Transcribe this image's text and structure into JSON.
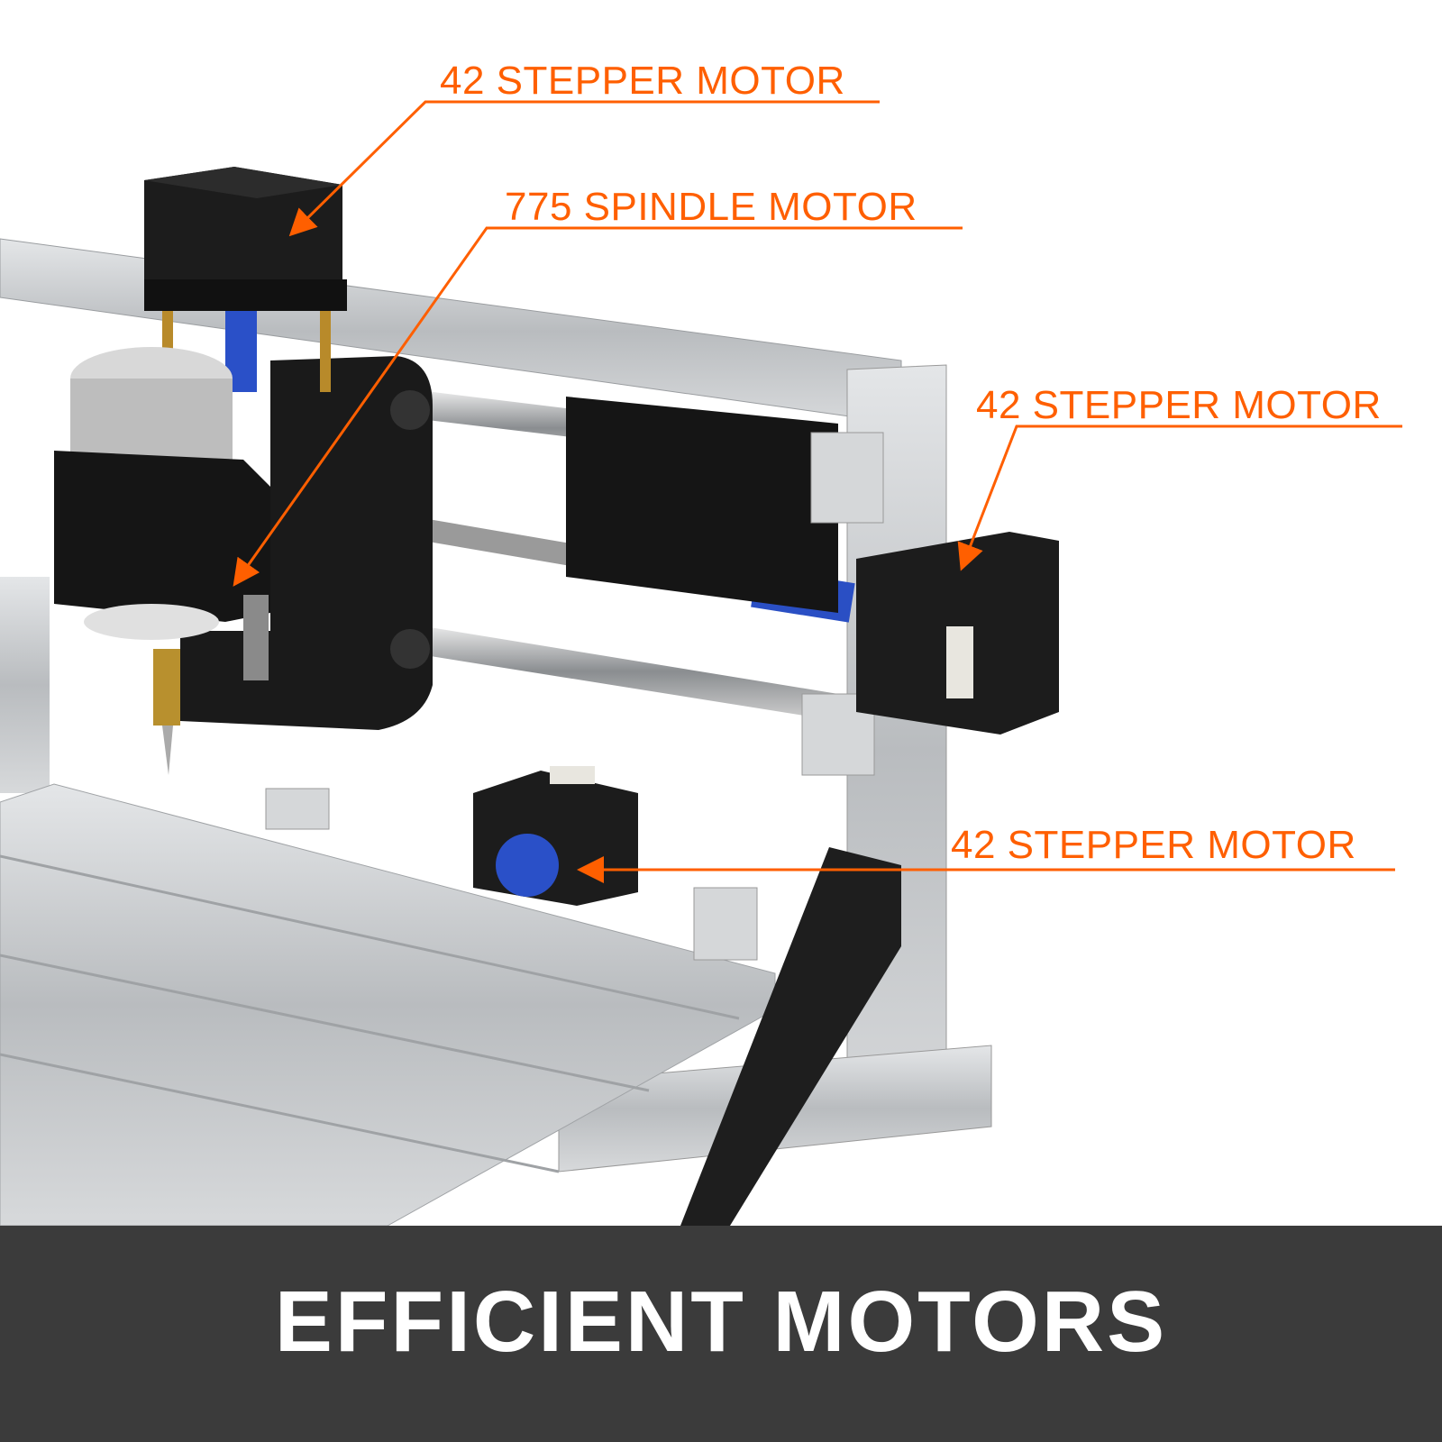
{
  "callouts": [
    {
      "label": "42 STEPPER MOTOR"
    },
    {
      "label": "775 SPINDLE MOTOR"
    },
    {
      "label": "42 STEPPER MOTOR"
    },
    {
      "label": "42 STEPPER MOTOR"
    }
  ],
  "banner": {
    "title": "EFFICIENT MOTORS"
  },
  "colors": {
    "accent": "#FF5F00",
    "banner": "#3b3b3b",
    "aluminum": "#c9ccce",
    "motor": "#1c1c1c"
  }
}
